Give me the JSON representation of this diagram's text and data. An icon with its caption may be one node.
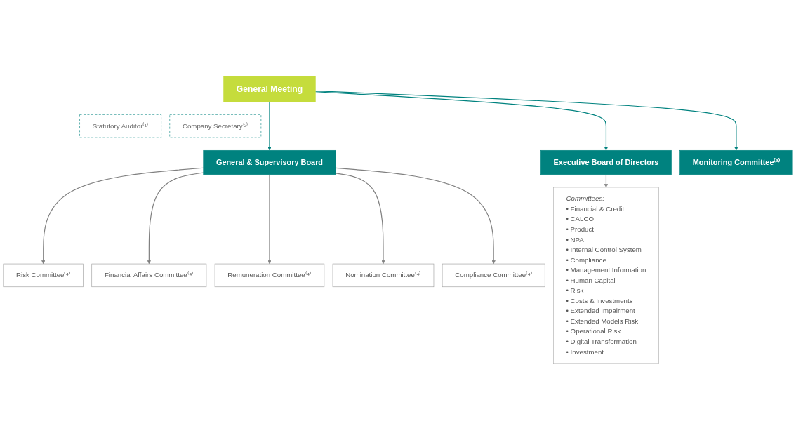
{
  "diagram": {
    "nodes": [
      {
        "text": [
          "General Meeting"
        ]
      },
      {
        "text": [
          "Statutory Auditor⁽¹⁾"
        ]
      },
      {
        "text": [
          "Company Secretary⁽²⁾"
        ]
      },
      {
        "text": [
          "General & Supervisory Board"
        ]
      },
      {
        "text": [
          "Executive Board of Directors"
        ]
      },
      {
        "text": [
          "Monitoring Committee⁽³⁾"
        ]
      },
      {
        "text": [
          "Risk Committee⁽⁴⁾"
        ]
      },
      {
        "text": [
          "Financial Affairs Committee⁽⁴⁾"
        ]
      },
      {
        "text": [
          "Remuneration Committee⁽⁴⁾"
        ]
      },
      {
        "text": [
          "Nomination Committee⁽⁴⁾"
        ]
      },
      {
        "text": [
          "Compliance Committee⁽⁴⁾"
        ]
      },
      {
        "text": [
          "Committees:",
          "• Financial & Credit",
          "• CALCO",
          "• Product",
          "• NPA",
          "• Internal Control System",
          "• Compliance",
          "• Management Information",
          "• Human Capital",
          "• Risk",
          "• Costs & Investments",
          "• Extended Impairment",
          "• Extended Models Risk",
          "• Operational Risk",
          "• Digital Transformation",
          "• Investment"
        ]
      }
    ],
    "edges": [
      {
        "from": 0,
        "to": 3,
        "arrow": "to",
        "color": "#00827f"
      },
      {
        "from": 0,
        "to": 4,
        "arrow": "to",
        "color": "#00827f"
      },
      {
        "from": 0,
        "to": 5,
        "arrow": "to",
        "color": "#00827f"
      },
      {
        "from": 3,
        "to": 6,
        "arrow": "to"
      },
      {
        "from": 3,
        "to": 7,
        "arrow": "to"
      },
      {
        "from": 3,
        "to": 8,
        "arrow": "to"
      },
      {
        "from": 3,
        "to": 9,
        "arrow": "to"
      },
      {
        "from": 3,
        "to": 10,
        "arrow": "to"
      },
      {
        "from": 4,
        "to": 11,
        "arrow": "to"
      }
    ]
  }
}
